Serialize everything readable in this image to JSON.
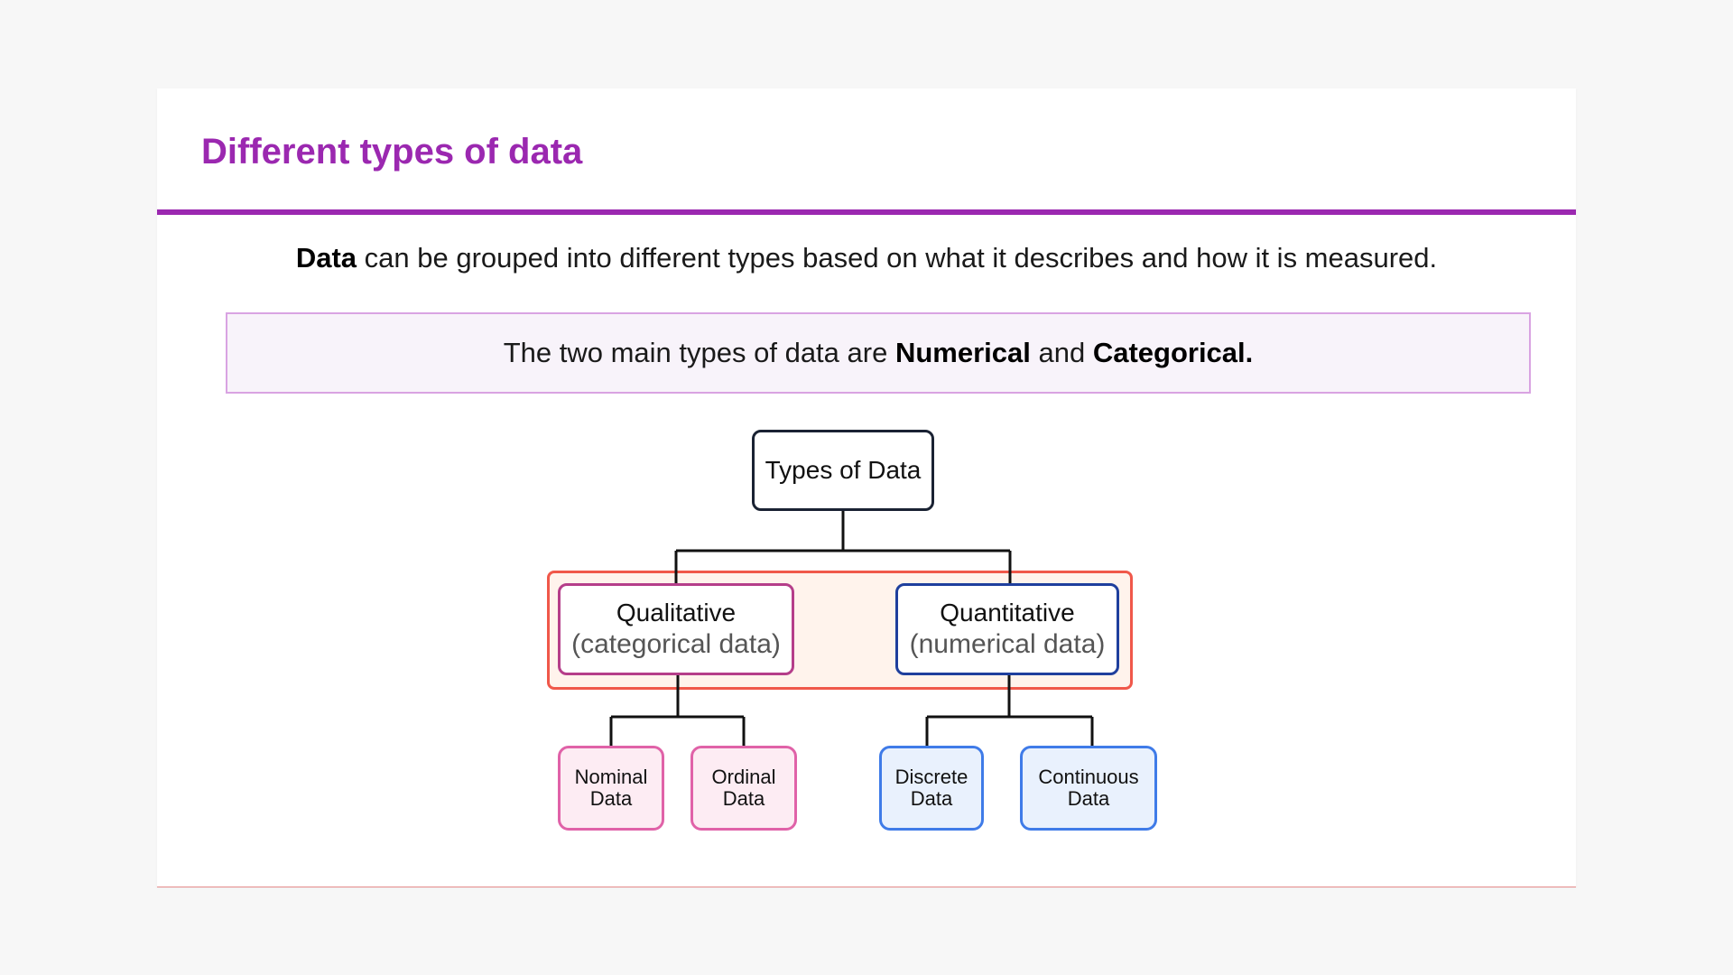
{
  "title": "Different types of data",
  "intro": {
    "bold": "Data",
    "rest": " can be grouped into different types based on what it describes and how it is measured."
  },
  "callout": {
    "prefix": "The two main types of data are ",
    "term1": "Numerical",
    "middle": " and ",
    "term2": "Categorical."
  },
  "diagram": {
    "root": "Types of Data",
    "qualitative": {
      "label": "Qualitative",
      "sub": "(categorical data)"
    },
    "quantitative": {
      "label": "Quantitative",
      "sub": "(numerical data)"
    },
    "leaves": {
      "nominal": {
        "line1": "Nominal",
        "line2": "Data"
      },
      "ordinal": {
        "line1": "Ordinal",
        "line2": "Data"
      },
      "discrete": {
        "line1": "Discrete",
        "line2": "Data"
      },
      "continuous": {
        "line1": "Continuous",
        "line2": "Data"
      }
    }
  },
  "colors": {
    "accent": "#9b28b0",
    "group_frame": "#f0584a",
    "qualitative": "#b53e8a",
    "quantitative": "#1f3f9d",
    "pink_leaf": "#e062a8",
    "blue_leaf": "#3f7be8"
  }
}
